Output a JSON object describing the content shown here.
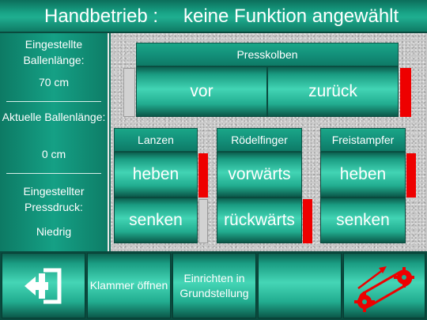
{
  "header": {
    "mode": "Handbetrieb :",
    "status": "keine Funktion angewählt"
  },
  "left_panel": {
    "set_length_label": "Eingestellte Ballenlänge:",
    "set_length_value": "70 cm",
    "actual_length_label": "Aktuelle Ballenlänge:",
    "actual_length_value": "0 cm",
    "pressure_label": "Eingestellter Pressdruck:",
    "pressure_value": "Niedrig"
  },
  "presskolben": {
    "title": "Presskolben",
    "btn_forward": "vor",
    "btn_back": "zurück"
  },
  "lanzen": {
    "title": "Lanzen",
    "btn_up": "heben",
    "btn_down": "senken"
  },
  "roedelfinger": {
    "title": "Rödelfinger",
    "btn_forward": "vorwärts",
    "btn_back": "rückwärts"
  },
  "freistampfer": {
    "title": "Freistampfer",
    "btn_up": "heben",
    "btn_down": "senken"
  },
  "bottom_bar": {
    "clamp_open": "Klammer öffnen",
    "home_position": "Einrichten in Grundstellung"
  },
  "icons": {
    "exit": "exit-icon",
    "drive": "chain-drive-icon"
  },
  "colors": {
    "active_indicator": "#ee0000",
    "inactive_indicator": "#d2d2d2",
    "accent": "#1a9c82"
  }
}
